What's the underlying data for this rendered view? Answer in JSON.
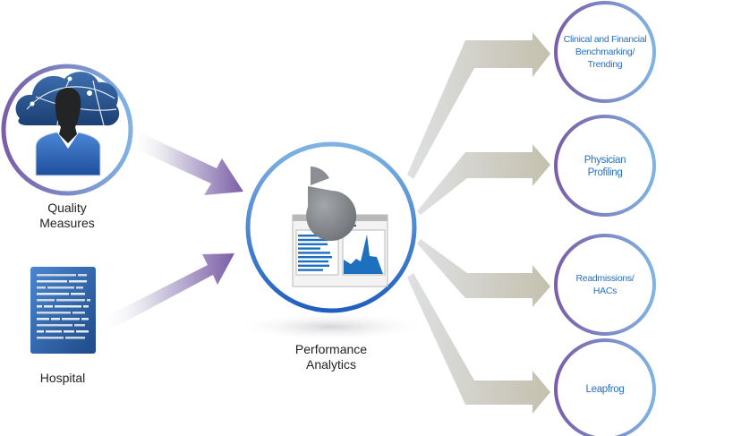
{
  "inputs": [
    {
      "id": "quality-measures",
      "label_lines": [
        "Quality",
        "Measures"
      ],
      "icon": "person-cloud-icon"
    },
    {
      "id": "hospital",
      "label_lines": [
        "Hospital"
      ],
      "icon": "document-icon"
    }
  ],
  "hub": {
    "label_lines": [
      "Performance",
      "Analytics"
    ],
    "icon": "analytics-dashboard-icon"
  },
  "outputs": [
    {
      "id": "benchmarking",
      "label_lines": [
        "Clinical and Financial",
        "Benchmarking/",
        "Trending"
      ]
    },
    {
      "id": "physician-profiling",
      "label_lines": [
        "Physician",
        "Profiling"
      ]
    },
    {
      "id": "readmissions",
      "label_lines": [
        "Readmissions/",
        "HACs"
      ]
    },
    {
      "id": "leapfrog",
      "label_lines": [
        "Leapfrog"
      ]
    }
  ],
  "colors": {
    "purple": "#7b5ea7",
    "light_blue": "#7fb3e3",
    "hub_blue": "#2a6fc4",
    "output_text": "#2a6fba",
    "arrow_gray": "#c4c2b4",
    "doc_blue": "#2d5f9e"
  }
}
